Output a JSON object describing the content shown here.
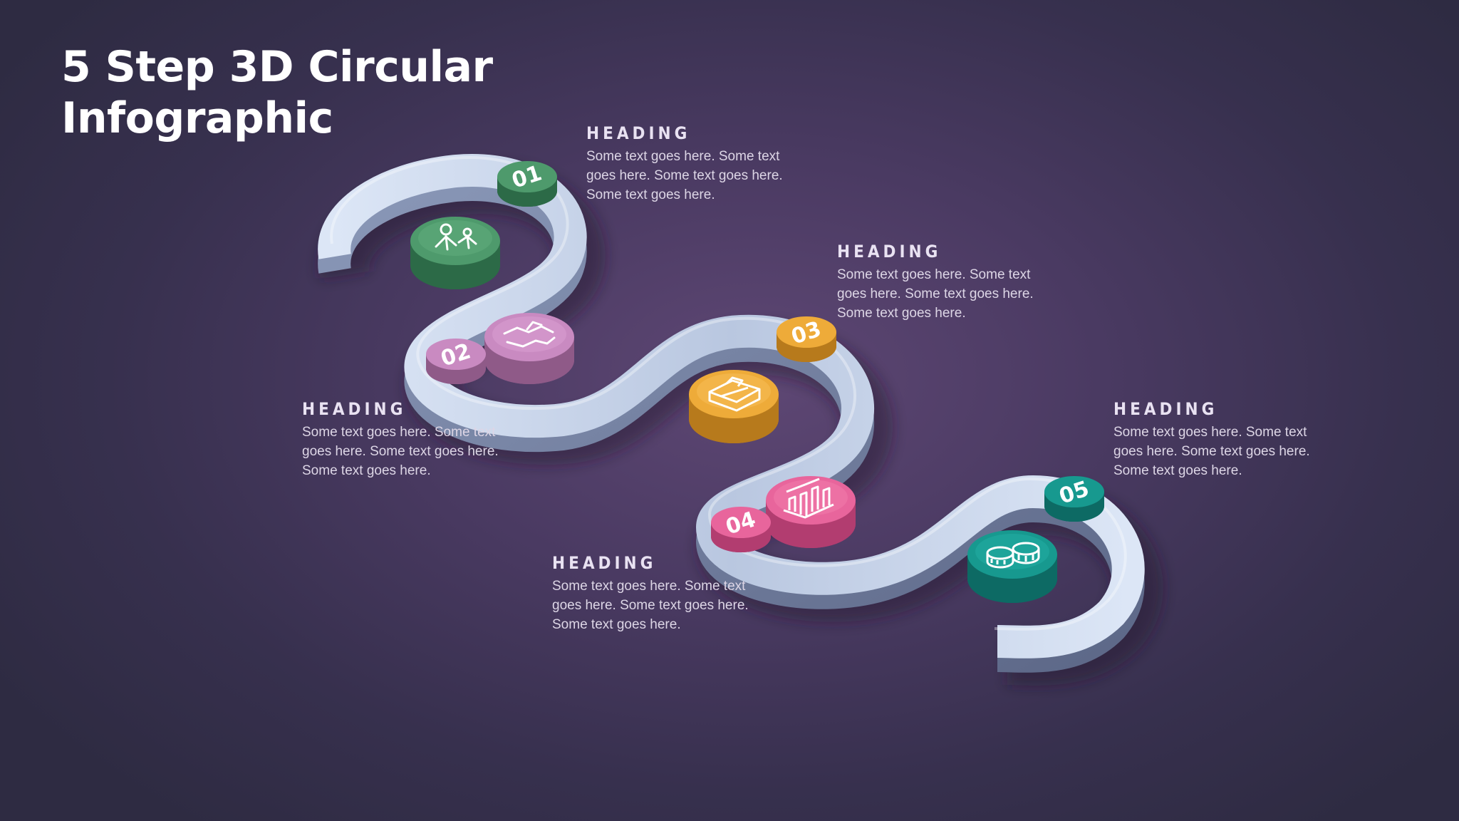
{
  "title": {
    "line1": "5 Step 3D Circular",
    "line2": "Infographic"
  },
  "steps": [
    {
      "number": "01",
      "color": "#4e9a6c",
      "icon": "team-growth-icon",
      "heading": "HEADING",
      "lines": [
        "Some text goes here. Some text",
        "goes here. Some text goes here.",
        "Some text goes here."
      ]
    },
    {
      "number": "02",
      "color": "#c98ac1",
      "icon": "handshake-icon",
      "heading": "HEADING",
      "lines": [
        "Some text goes here. Some text",
        "goes here. Some text goes here.",
        "Some text goes here."
      ]
    },
    {
      "number": "03",
      "color": "#eeab39",
      "icon": "briefcase-icon",
      "heading": "HEADING",
      "lines": [
        "Some text goes here. Some text",
        "goes here. Some text goes here.",
        "Some text goes here."
      ]
    },
    {
      "number": "04",
      "color": "#e8659c",
      "icon": "bar-chart-icon",
      "heading": "HEADING",
      "lines": [
        "Some text goes here. Some text",
        "goes here. Some text goes here.",
        "Some text goes here."
      ]
    },
    {
      "number": "05",
      "color": "#17998f",
      "icon": "coins-icon",
      "heading": "HEADING",
      "lines": [
        "Some text goes here. Some text",
        "goes here. Some text goes here.",
        "Some text goes here."
      ]
    }
  ]
}
